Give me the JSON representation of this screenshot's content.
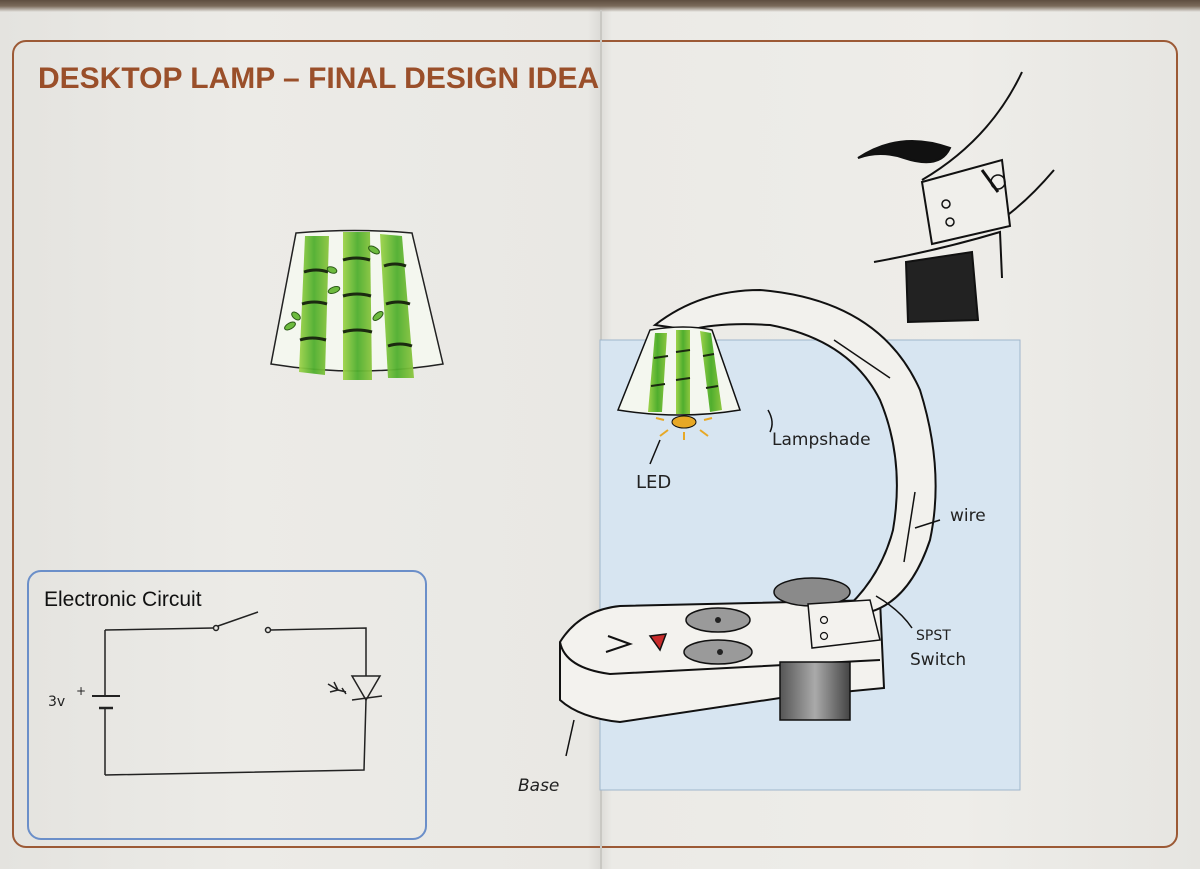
{
  "document": {
    "title": "DESKTOP LAMP – FINAL DESIGN IDEA",
    "colors": {
      "title": "#9a4f2a",
      "frame": "#9c5a36",
      "circuit_border": "#6b8fc9",
      "leaf_green": "#58b83a",
      "background_panel": "#d6e4f0"
    }
  },
  "circuit": {
    "title": "Electronic Circuit",
    "battery_label": "3v",
    "plus_sign": "+"
  },
  "labels": {
    "led": "LED",
    "lampshade": "Lampshade",
    "wire": "wire",
    "switch_line1": "SPST",
    "switch_line2": "Switch",
    "base": "Base"
  }
}
